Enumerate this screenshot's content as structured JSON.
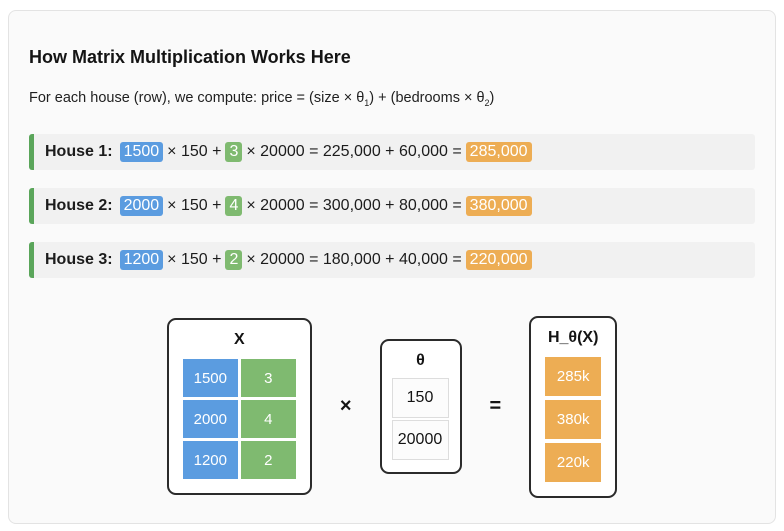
{
  "title": "How Matrix Multiplication Works Here",
  "subtitle": {
    "part1": "For each house (row), we compute: price = (size × θ",
    "sub1": "1",
    "part2": ") + (bedrooms × θ",
    "sub2": "2",
    "part3": ")"
  },
  "rows": [
    {
      "label": "House 1:",
      "size": "1500",
      "mid1": "× 150 +",
      "bedrooms": "3",
      "mid2": "× 20000 = 225,000 + 60,000 =",
      "result": "285,000"
    },
    {
      "label": "House 2:",
      "size": "2000",
      "mid1": "× 150 +",
      "bedrooms": "4",
      "mid2": "× 20000 = 300,000 + 80,000 =",
      "result": "380,000"
    },
    {
      "label": "House 3:",
      "size": "1200",
      "mid1": "× 150 +",
      "bedrooms": "2",
      "mid2": "× 20000 = 180,000 + 40,000 =",
      "result": "220,000"
    }
  ],
  "diagram": {
    "x_matrix": {
      "title": "X",
      "cells": [
        [
          "1500",
          "3"
        ],
        [
          "2000",
          "4"
        ],
        [
          "1200",
          "2"
        ]
      ]
    },
    "times": "×",
    "theta": {
      "title": "θ",
      "values": [
        "150",
        "20000"
      ]
    },
    "equals": "=",
    "h": {
      "title": "H_θ(X)",
      "values": [
        "285k",
        "380k",
        "220k"
      ]
    }
  },
  "colors": {
    "blue": "#5b9ce0",
    "green": "#7fba70",
    "orange": "#edad54",
    "accent_bar": "#5aa55a",
    "row_bg": "#f1f1f1"
  }
}
